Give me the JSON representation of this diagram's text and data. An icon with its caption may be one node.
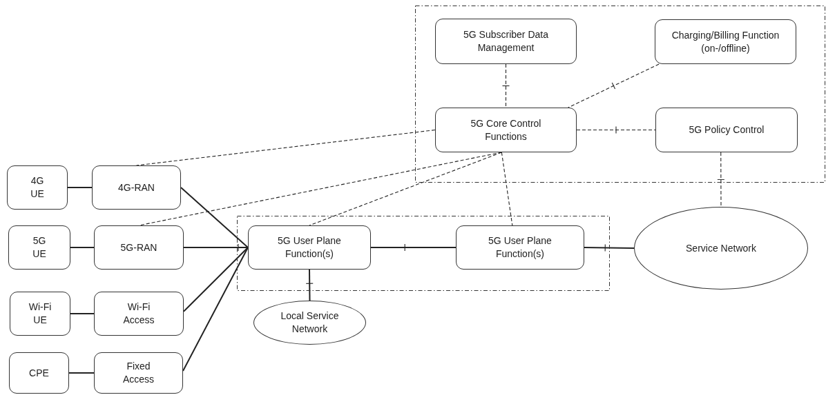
{
  "diagram": {
    "nodes": [
      {
        "text": [],
        "shape": "box"
      },
      {
        "text": [
          "5G Subscriber Data Management"
        ],
        "in": 0
      },
      {
        "text": [
          "Charging/Billing Function (on-/offline)"
        ],
        "in": 0
      },
      {
        "text": [
          "5G Core Control Functions"
        ],
        "in": 0
      },
      {
        "text": [
          "5G Policy Control"
        ],
        "in": 0
      },
      {
        "text": [
          "4G UE"
        ]
      },
      {
        "text": [
          "4G-RAN"
        ]
      },
      {
        "text": [
          "5G UE"
        ]
      },
      {
        "text": [
          "5G-RAN"
        ]
      },
      {
        "text": [],
        "shape": "box"
      },
      {
        "text": [
          "5G User Plane Function(s)"
        ],
        "in": 9
      },
      {
        "text": [
          "5G User Plane Function(s)"
        ],
        "in": 9
      },
      {
        "text": [
          "Service Network"
        ]
      },
      {
        "text": [
          "Wi-Fi UE"
        ]
      },
      {
        "text": [
          "Wi-Fi Access"
        ]
      },
      {
        "text": [
          "Local Service Network"
        ]
      },
      {
        "text": [
          "CPE"
        ]
      },
      {
        "text": [
          "Fixed Access"
        ]
      }
    ],
    "edges": [
      {
        "from": 1,
        "to": 3,
        "arrow": "none",
        "style": "dashed"
      },
      {
        "from": 2,
        "to": 3,
        "arrow": "none",
        "style": "dashed"
      },
      {
        "from": 3,
        "to": 4,
        "arrow": "none",
        "style": "dashed"
      },
      {
        "from": 4,
        "to": 12,
        "arrow": "none",
        "style": "dashed"
      },
      {
        "from": 3,
        "to": 6,
        "arrow": "none",
        "style": "dashed"
      },
      {
        "from": 3,
        "to": 8,
        "arrow": "none",
        "style": "dashed"
      },
      {
        "from": 3,
        "to": 10,
        "arrow": "none",
        "style": "dashed"
      },
      {
        "from": 3,
        "to": 11,
        "arrow": "none",
        "style": "dashed"
      },
      {
        "from": 5,
        "to": 6,
        "arrow": "none"
      },
      {
        "from": 7,
        "to": 8,
        "arrow": "none"
      },
      {
        "from": 13,
        "to": 14,
        "arrow": "none"
      },
      {
        "from": 16,
        "to": 17,
        "arrow": "none"
      },
      {
        "from": 6,
        "to": 10,
        "arrow": "none"
      },
      {
        "from": 8,
        "to": 10,
        "arrow": "none"
      },
      {
        "from": 14,
        "to": 10,
        "arrow": "none"
      },
      {
        "from": 17,
        "to": 10,
        "arrow": "none"
      },
      {
        "from": 10,
        "to": 11,
        "arrow": "none"
      },
      {
        "from": 11,
        "to": 12,
        "arrow": "none"
      },
      {
        "from": 10,
        "to": 15,
        "arrow": "none"
      }
    ]
  }
}
